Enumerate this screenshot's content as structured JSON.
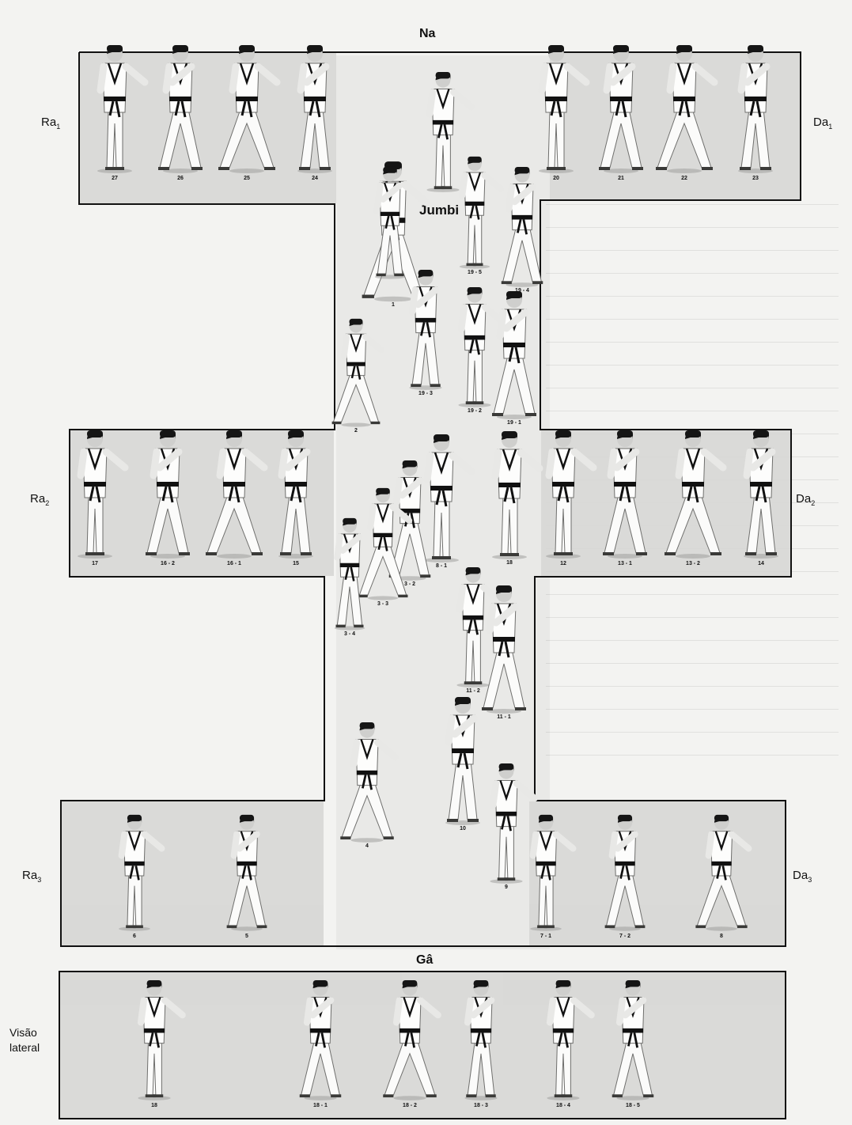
{
  "headings": {
    "top": "Na",
    "bottom": "Gâ",
    "jumbi": "Jumbi"
  },
  "side_labels": {
    "ra1": {
      "base": "Ra",
      "sub": "1"
    },
    "da1": {
      "base": "Da",
      "sub": "1"
    },
    "ra2": {
      "base": "Ra",
      "sub": "2"
    },
    "da2": {
      "base": "Da",
      "sub": "2"
    },
    "ra3": {
      "base": "Ra",
      "sub": "3"
    },
    "da3": {
      "base": "Da",
      "sub": "3"
    },
    "lateral": "Visão lateral"
  },
  "step_numbers": {
    "top_left": [
      "27",
      "26",
      "25",
      "24"
    ],
    "top_right": [
      "20",
      "21",
      "22",
      "23"
    ],
    "center_top": [
      "19 - 5",
      "19 - 4",
      "1",
      "19 - 3",
      "19 - 2",
      "19 - 1",
      "2"
    ],
    "mid_left": [
      "17",
      "16 - 2",
      "16 - 1",
      "15"
    ],
    "mid_center": [
      "8 - 1",
      "3 - 2",
      "3 - 3",
      "3 - 4",
      "18"
    ],
    "mid_right": [
      "12",
      "13 - 1",
      "13 - 2",
      "14"
    ],
    "lower_center": [
      "11 - 2",
      "11 - 1",
      "4",
      "10",
      "9"
    ],
    "bottom_left": [
      "6",
      "5"
    ],
    "bottom_right": [
      "7 - 1",
      "7 - 2",
      "8"
    ],
    "lateral_row": [
      "18",
      "18 - 1",
      "18 - 2",
      "18 - 3",
      "18 - 4",
      "18 - 5"
    ]
  }
}
